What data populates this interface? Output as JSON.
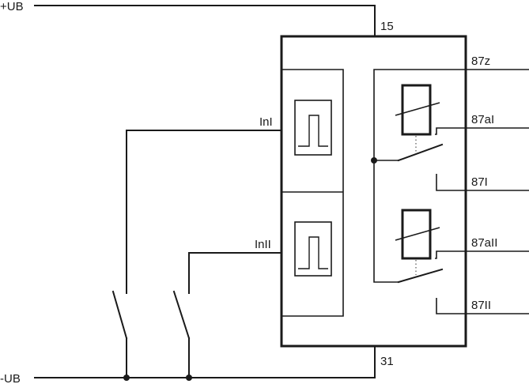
{
  "supply": {
    "plus_label": "+UB",
    "minus_label": "-UB"
  },
  "terminals": {
    "t15": "15",
    "t31": "31",
    "t87z": "87z",
    "t87aI": "87aI",
    "t87I": "87I",
    "t87aII": "87aII",
    "t87II": "87II"
  },
  "inputs": {
    "in1": "InI",
    "in2": "InII"
  }
}
